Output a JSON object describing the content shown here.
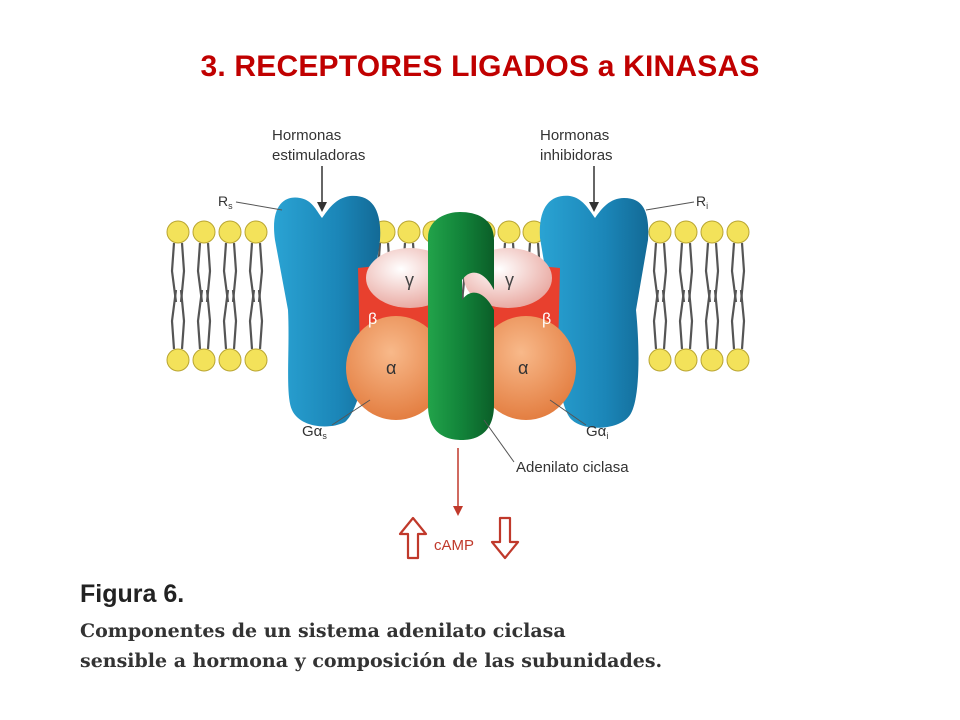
{
  "slide": {
    "title": "3. RECEPTORES LIGADOS a KINASAS"
  },
  "diagram": {
    "labels": {
      "stim_line1": "Hormonas",
      "stim_line2": "estimuladoras",
      "inhib_line1": "Hormonas",
      "inhib_line2": "inhibidoras",
      "receptor_stim": "R",
      "receptor_stim_sub": "s",
      "receptor_inhib": "R",
      "receptor_inhib_sub": "i",
      "gamma": "γ",
      "beta": "β",
      "alpha": "α",
      "g_alpha_stim": "Gα",
      "g_alpha_stim_sub": "s",
      "g_alpha_inhib": "Gα",
      "g_alpha_inhib_sub": "i",
      "adenylate_cyclase": "Adenilato ciclasa",
      "camp": "cAMP"
    },
    "colors": {
      "receptor": "#1e8fc0",
      "adenylate_cyclase": "#168a3a",
      "gamma": "#f4d0cc",
      "beta": "#e8402e",
      "alpha": "#f09358",
      "lipid_head": "#f3e25a",
      "arrow": "#c0392b"
    }
  },
  "caption": {
    "figure_label": "Figura 6.",
    "line1": "Componentes de un sistema adenilato ciclasa",
    "line2": "sensible a hormona y composición de las subunidades."
  }
}
